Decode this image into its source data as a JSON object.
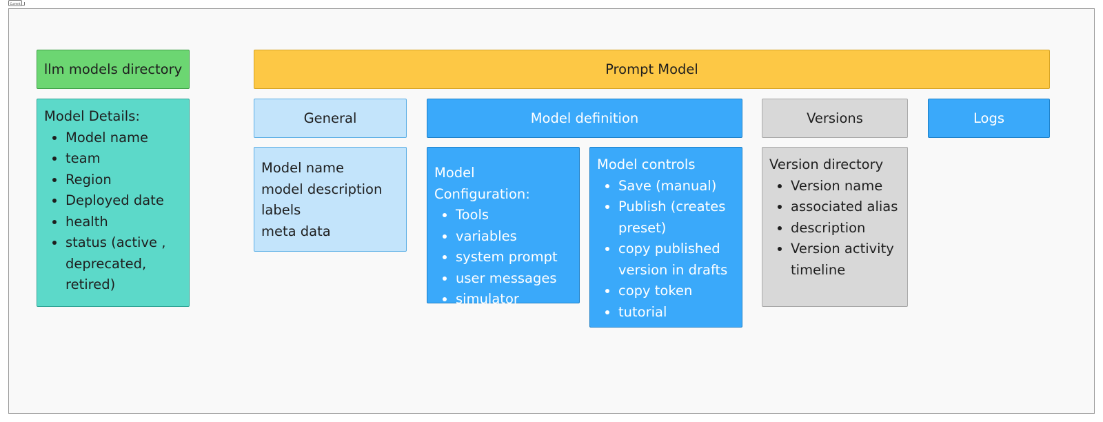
{
  "frame": {
    "tab_label": "Current"
  },
  "directory": {
    "header": "llm models directory",
    "details_title": "Model Details:",
    "details_items": [
      "Model name",
      "team",
      "Region",
      "Deployed date",
      "health",
      "status (active , deprecated, retired)"
    ]
  },
  "prompt_model": {
    "header": "Prompt Model"
  },
  "general": {
    "header": "General",
    "lines": [
      "Model name",
      "model description",
      "labels",
      "meta data"
    ]
  },
  "model_definition": {
    "header": "Model definition",
    "configuration": {
      "title": "Model Configuration:",
      "items": [
        "Tools",
        "variables",
        "system prompt",
        "user messages",
        "simulator"
      ]
    },
    "controls": {
      "title": "Model controls",
      "items": [
        "Save (manual)",
        "Publish (creates preset)",
        "copy published version in drafts",
        "copy token",
        "tutorial"
      ]
    }
  },
  "versions": {
    "header": "Versions",
    "title": "Version directory",
    "items": [
      "Version name",
      "associated alias",
      "description",
      "Version activity timeline"
    ]
  },
  "logs": {
    "header": "Logs"
  },
  "colors": {
    "green": "#6cd672",
    "teal": "#5cd9c9",
    "yellow": "#fdc845",
    "light_blue": "#c3e4fb",
    "blue": "#3aa9fa",
    "grey": "#d8d8d8"
  }
}
